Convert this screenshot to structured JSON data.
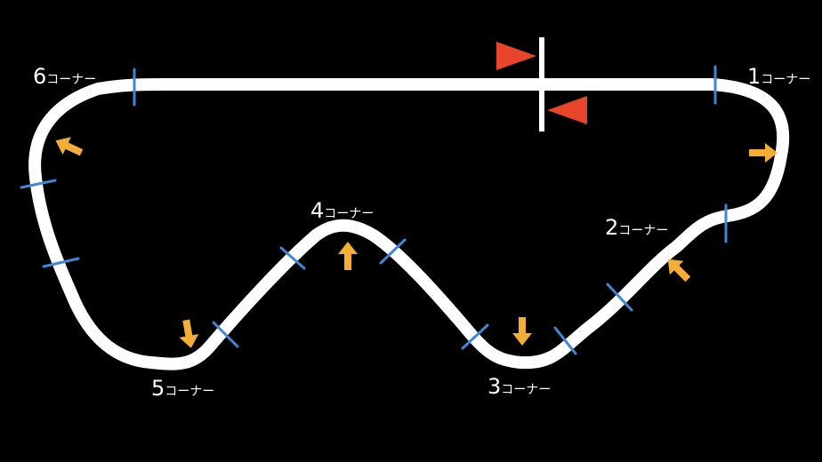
{
  "corners": [
    {
      "id": "c1",
      "number": "1",
      "suffix": "コーナー"
    },
    {
      "id": "c2",
      "number": "2",
      "suffix": "コーナー"
    },
    {
      "id": "c3",
      "number": "3",
      "suffix": "コーナー"
    },
    {
      "id": "c4",
      "number": "4",
      "suffix": "コーナー"
    },
    {
      "id": "c5",
      "number": "5",
      "suffix": "コーナー"
    },
    {
      "id": "c6",
      "number": "6",
      "suffix": "コーナー"
    }
  ],
  "colors": {
    "background": "#000000",
    "track": "#ffffff",
    "segment_marker": "#3f86d8",
    "direction_arrow": "#f5ae35",
    "start_flag": "#e9452a",
    "label_text": "#ffffff"
  },
  "icons": {
    "direction": "arrow-icon",
    "start": "triangle-flag-icon"
  }
}
